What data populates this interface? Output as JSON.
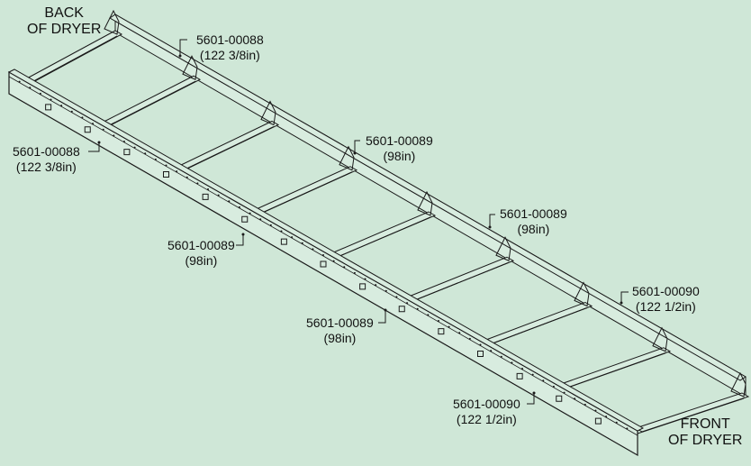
{
  "end_labels": {
    "back": [
      "BACK",
      "OF DRYER"
    ],
    "front": [
      "FRONT",
      "OF DRYER"
    ]
  },
  "parts": [
    {
      "part": "5601-00088",
      "length": "(122 3/8in)"
    },
    {
      "part": "5601-00088",
      "length": "(122 3/8in)"
    },
    {
      "part": "5601-00089",
      "length": "(98in)"
    },
    {
      "part": "5601-00089",
      "length": "(98in)"
    },
    {
      "part": "5601-00089",
      "length": "(98in)"
    },
    {
      "part": "5601-00090",
      "length": "(122 1/2in)"
    },
    {
      "part": "5601-00089",
      "length": "(98in)"
    },
    {
      "part": "5601-00090",
      "length": "(122 1/2in)"
    }
  ],
  "colors": {
    "background": "#cfe7d7",
    "line": "#1a1a1a",
    "frame_fill": "#d8ecdf"
  }
}
